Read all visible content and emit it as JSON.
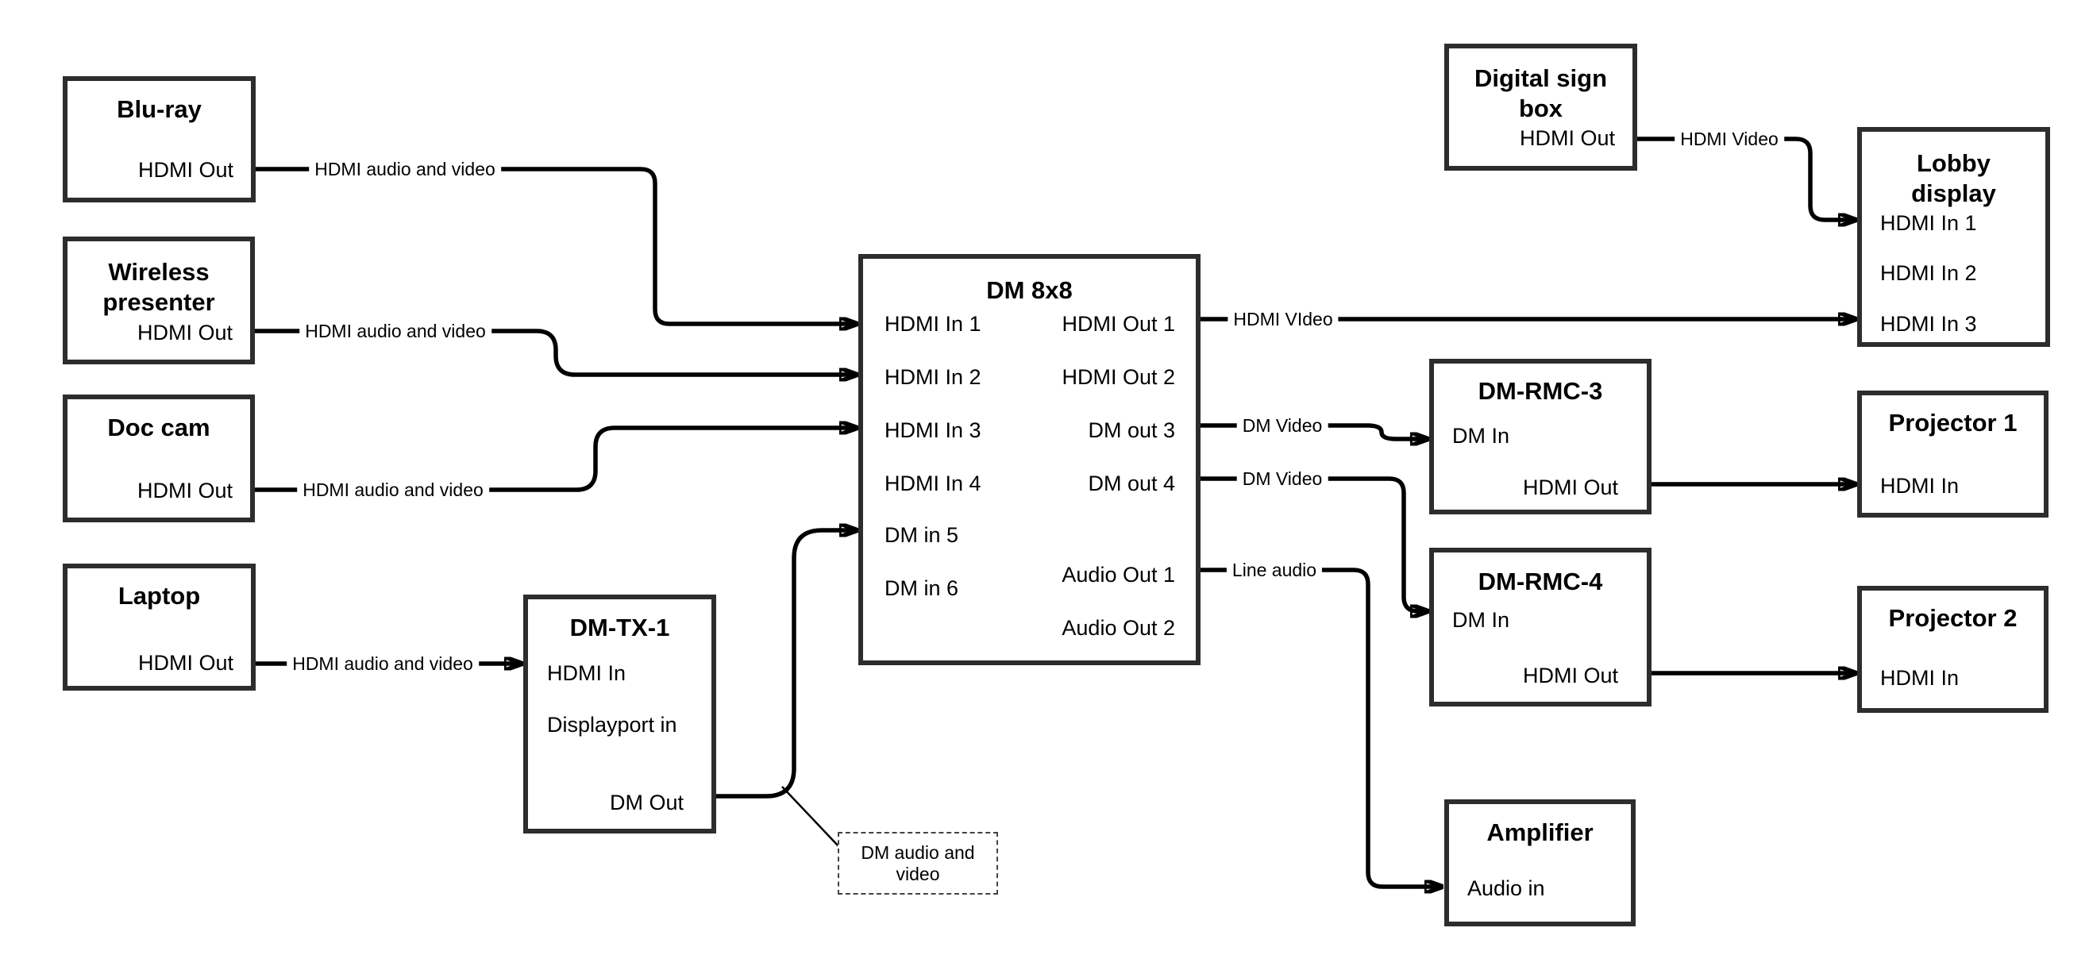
{
  "devices": {
    "bluray": {
      "title_lines": [
        "Blu-ray"
      ],
      "ports": [
        "HDMI Out"
      ]
    },
    "wireless": {
      "title_lines": [
        "Wireless",
        "presenter"
      ],
      "ports": [
        "HDMI Out"
      ]
    },
    "doccam": {
      "title_lines": [
        "Doc cam"
      ],
      "ports": [
        "HDMI Out"
      ]
    },
    "laptop": {
      "title_lines": [
        "Laptop"
      ],
      "ports": [
        "HDMI Out"
      ]
    },
    "dmtx1": {
      "title_lines": [
        "DM-TX-1"
      ],
      "ports": [
        "HDMI In",
        "Displayport in",
        "DM Out"
      ]
    },
    "dm8x8": {
      "title_lines": [
        "DM 8x8"
      ],
      "ports": [
        "HDMI In 1",
        "HDMI In 2",
        "HDMI In 3",
        "HDMI In 4",
        "DM in 5",
        "DM in 6",
        "HDMI Out 1",
        "HDMI Out 2",
        "DM out 3",
        "DM out 4",
        "Audio Out 1",
        "Audio Out 2"
      ]
    },
    "digitalsign": {
      "title_lines": [
        "Digital sign",
        "box"
      ],
      "ports": [
        "HDMI Out"
      ]
    },
    "lobby": {
      "title_lines": [
        "Lobby",
        "display"
      ],
      "ports": [
        "HDMI In 1",
        "HDMI In 2",
        "HDMI In 3"
      ]
    },
    "dmrmc3": {
      "title_lines": [
        "DM-RMC-3"
      ],
      "ports": [
        "DM In",
        "HDMI Out"
      ]
    },
    "proj1": {
      "title_lines": [
        "Projector 1"
      ],
      "ports": [
        "HDMI In"
      ]
    },
    "dmrmc4": {
      "title_lines": [
        "DM-RMC-4"
      ],
      "ports": [
        "DM In",
        "HDMI Out"
      ]
    },
    "proj2": {
      "title_lines": [
        "Projector 2"
      ],
      "ports": [
        "HDMI In"
      ]
    },
    "amplifier": {
      "title_lines": [
        "Amplifier"
      ],
      "ports": [
        "Audio in"
      ]
    }
  },
  "wire_labels": {
    "bluray_to_dm8x8": "HDMI audio and video",
    "wireless_to_dm8x8": "HDMI audio and video",
    "doccam_to_dm8x8": "HDMI audio and video",
    "laptop_to_dmtx1": "HDMI audio and video",
    "hdmiout1_to_lobby": "HDMI VIdeo",
    "dmout3_to_rmc3": "DM Video",
    "dmout4_to_rmc4": "DM Video",
    "audioout1_to_amp": "Line audio",
    "dsign_to_lobby": "HDMI Video"
  },
  "callout": {
    "text": "DM audio and video"
  },
  "colors": {
    "wire": "#000000",
    "box_border": "#2d2d2d",
    "text": "#000000",
    "background": "#ffffff"
  }
}
